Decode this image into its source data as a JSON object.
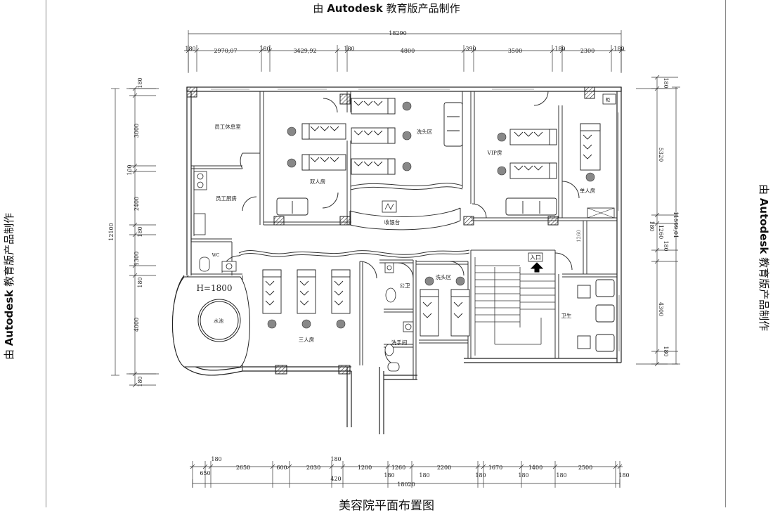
{
  "watermark": {
    "prefix": "由",
    "brand": "Autodesk",
    "suffix": "教育版产品制作"
  },
  "title": "美容院平面布置图",
  "dimensions": {
    "top_total": "18290",
    "top_segments": [
      "180",
      "2970,07",
      "180",
      "3429,92",
      "180",
      "4800",
      "390",
      "3500",
      "180",
      "2300",
      "180"
    ],
    "bottom_segments": [
      "180",
      "2650",
      "600",
      "2030",
      "180",
      "1200",
      "1260",
      "2200",
      "1670",
      "1400",
      "2500"
    ],
    "bottom_sub": [
      "650",
      "420",
      "180",
      "180",
      "180",
      "180",
      "180",
      "180"
    ],
    "bottom_total": "18020",
    "left_segments": [
      "180",
      "3000",
      "100",
      "2400",
      "180",
      "1300",
      "180",
      "4000",
      "180"
    ],
    "left_total": "12100",
    "right_segments": [
      "180",
      "5320",
      "180",
      "1260",
      "180",
      "4300",
      "180"
    ],
    "right_total": "11599,01"
  },
  "rooms": {
    "staff_lounge": "员工休息室",
    "staff_kitchen": "员工厨房",
    "wc": "WC",
    "pool_height": "H=1800",
    "pool": "水池",
    "double_room": "双人房",
    "hair_wash_top": "洗头区",
    "reception": "收银台",
    "vip": "VIP房",
    "single_room": "单人房",
    "cabinet": "柜",
    "triple_room": "三人房",
    "public_wc": "公卫",
    "washroom": "洗手间",
    "hair_wash_mid": "洗头区",
    "entrance": "入口",
    "lounge": "卫生",
    "door_width": "1260"
  }
}
